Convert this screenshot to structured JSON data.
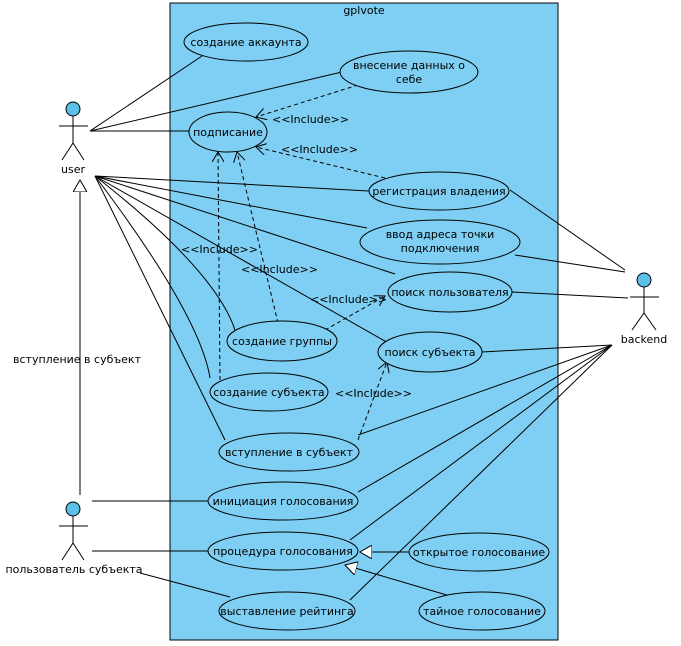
{
  "system": {
    "title": "gplvote",
    "fill": "#7ecff3"
  },
  "colors": {
    "actor_head": "#5bc0e8",
    "usecase_fill": "#7ecff3",
    "line": "#000000"
  },
  "actors": {
    "user": "user",
    "backend": "backend",
    "subject_user": "пользователь субъекта"
  },
  "usecases": {
    "create_account": "создание аккаунта",
    "enter_data": [
      "внесение данных о",
      "себе"
    ],
    "signing": "подписание",
    "ownership_reg": "регистрация владения",
    "address_entry": [
      "ввод адреса точки",
      "подключения"
    ],
    "find_user": "поиск пользователя",
    "create_group": "создание группы",
    "find_subject": "поиск субъекта",
    "create_subject": "создание субъекта",
    "join_subject": "вступление в субъект",
    "init_voting": "инициация голосования",
    "voting_procedure": "процедура голосования",
    "open_voting": "открытое голосование",
    "secret_voting": "тайное голосование",
    "rating": "выставление рейтинга"
  },
  "labels": {
    "include": "<<Include>>",
    "generalization": "вступление в субъект"
  }
}
